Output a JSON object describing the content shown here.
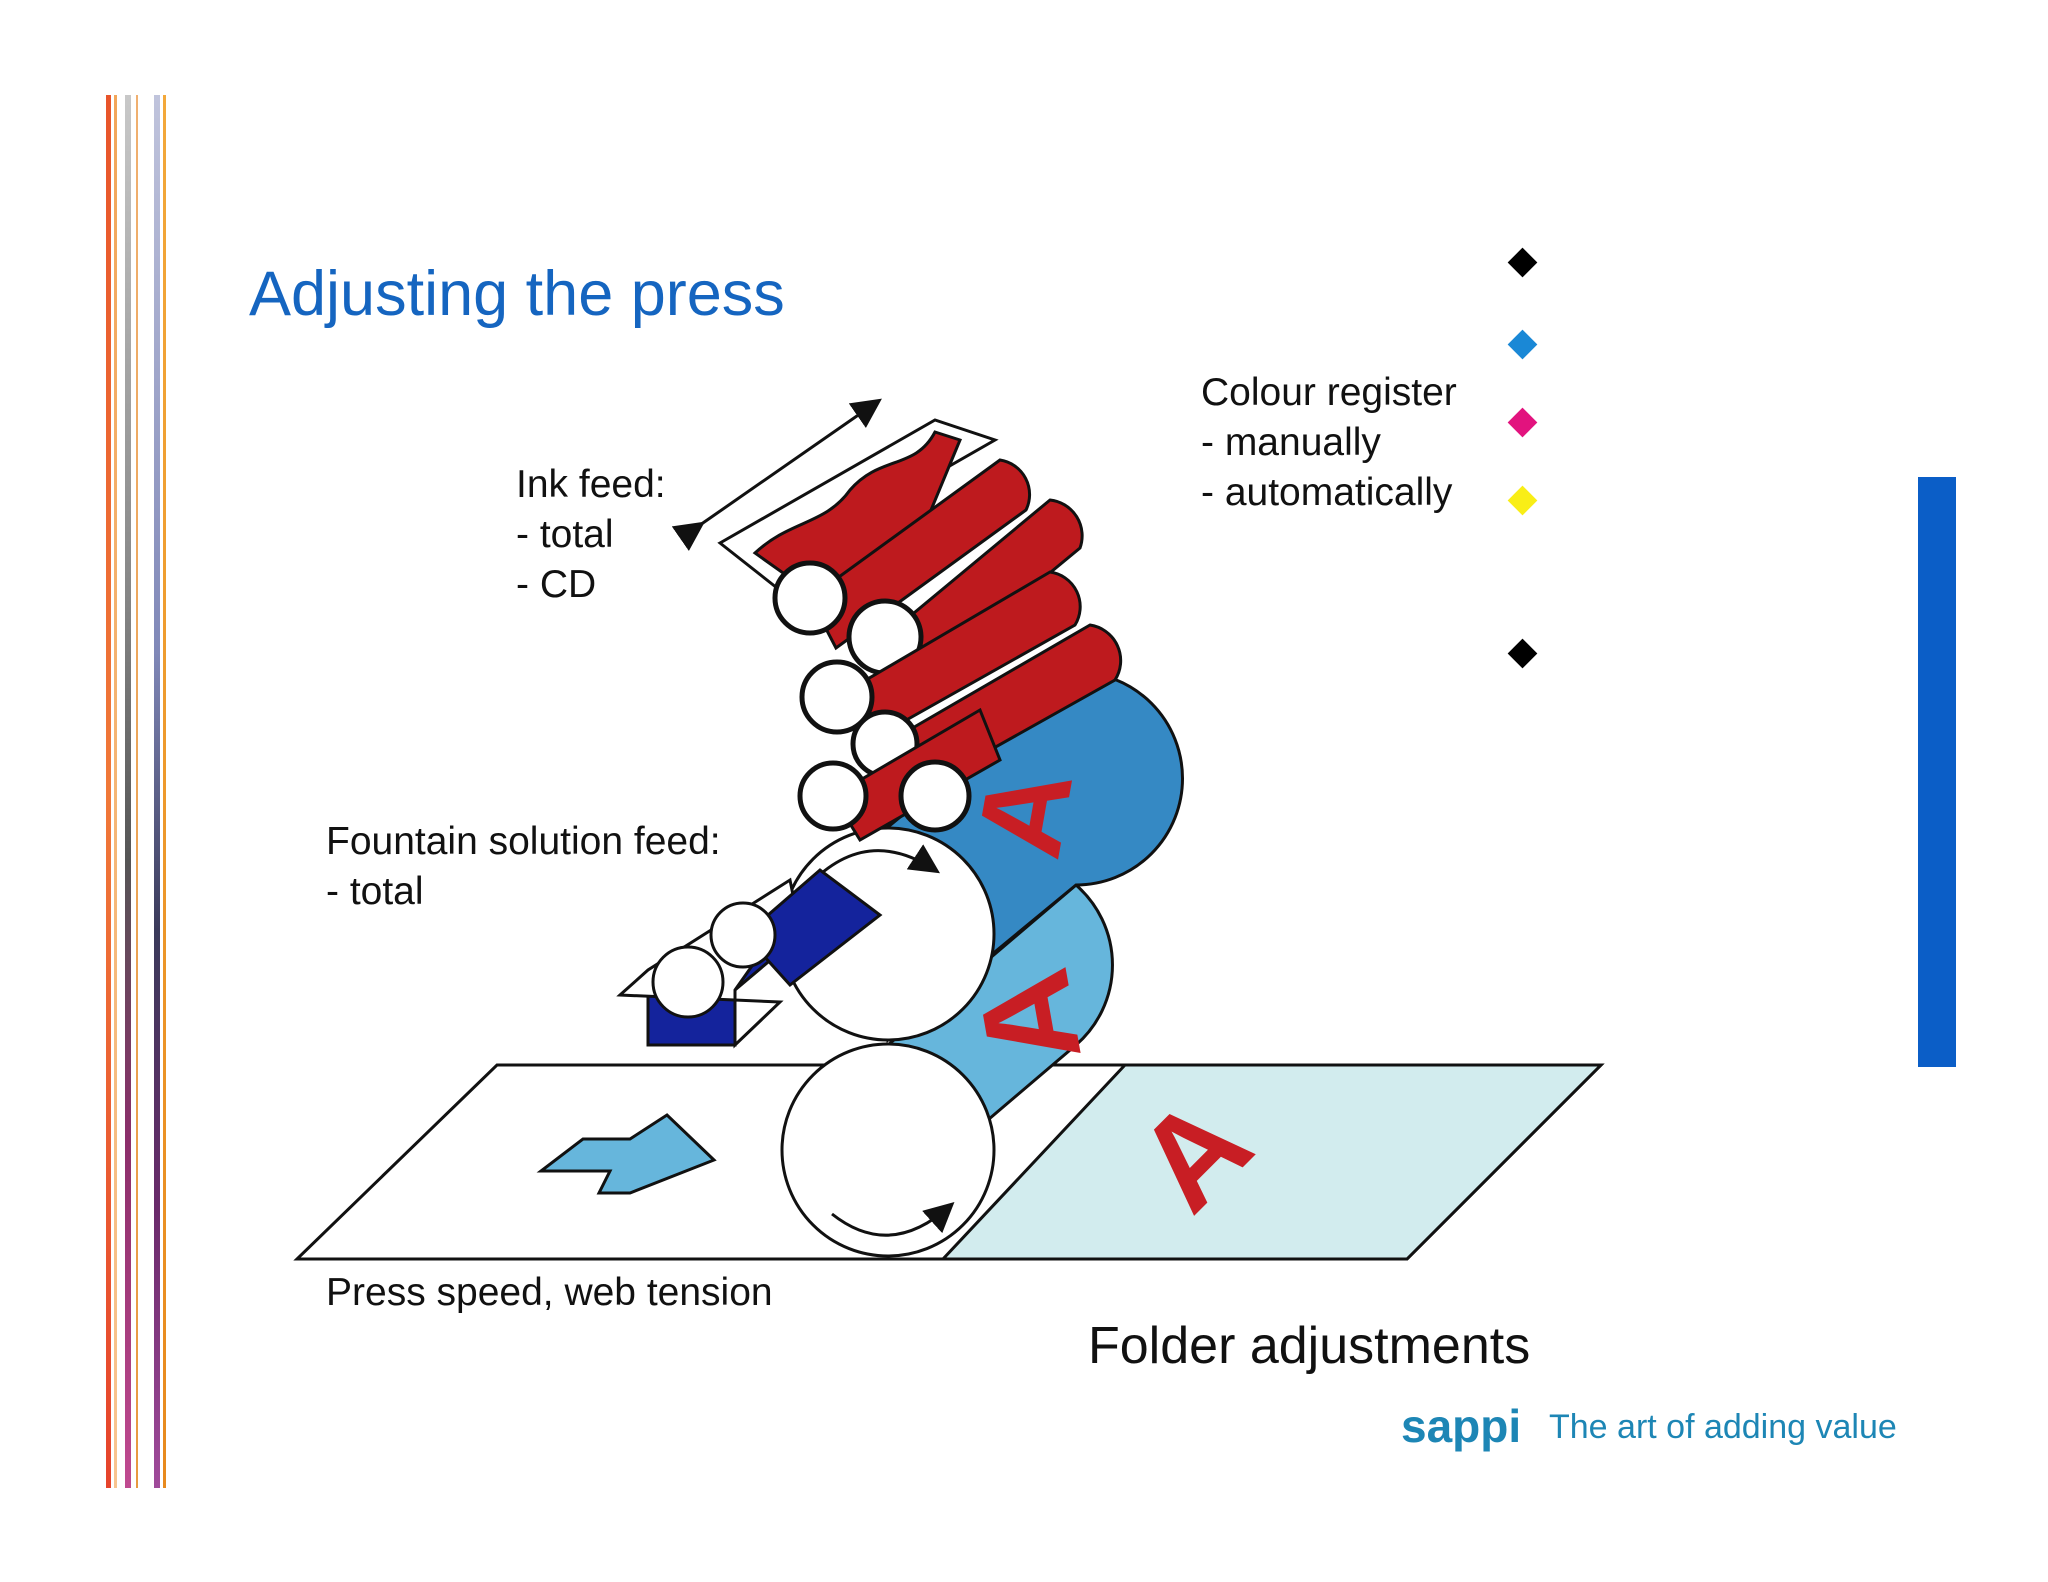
{
  "slide": {
    "title": "Adjusting the press"
  },
  "labels": {
    "ink_feed": [
      "Ink feed:",
      "- total",
      "- CD"
    ],
    "colour_register": [
      "Colour register",
      "- manually",
      "- automatically"
    ],
    "fountain_solution": [
      "Fountain solution feed:",
      "- total"
    ],
    "press_speed": "Press speed, web tension",
    "folder": "Folder adjustments"
  },
  "diagram": {
    "print_letter": "A"
  },
  "bullets": [
    {
      "name": "bullet-black",
      "color": "#000000"
    },
    {
      "name": "bullet-cyan",
      "color": "#1a88d6"
    },
    {
      "name": "bullet-magenta",
      "color": "#e2137e"
    },
    {
      "name": "bullet-yellow",
      "color": "#f9ee16"
    },
    {
      "name": "bullet-black-2",
      "color": "#000000"
    }
  ],
  "footer": {
    "brand": "sappi",
    "tagline": "The art of adding value"
  },
  "colors": {
    "title": "#1565c0",
    "ink_roller": "#be1a1e",
    "plate_cylinder": "#3589c4",
    "blanket_cylinder": "#66b6dc",
    "printed_paper": "#d2ecee",
    "fountain_tray": "#14239c",
    "brand": "#1d86b5",
    "accent_bar": "#0b5ec7"
  }
}
